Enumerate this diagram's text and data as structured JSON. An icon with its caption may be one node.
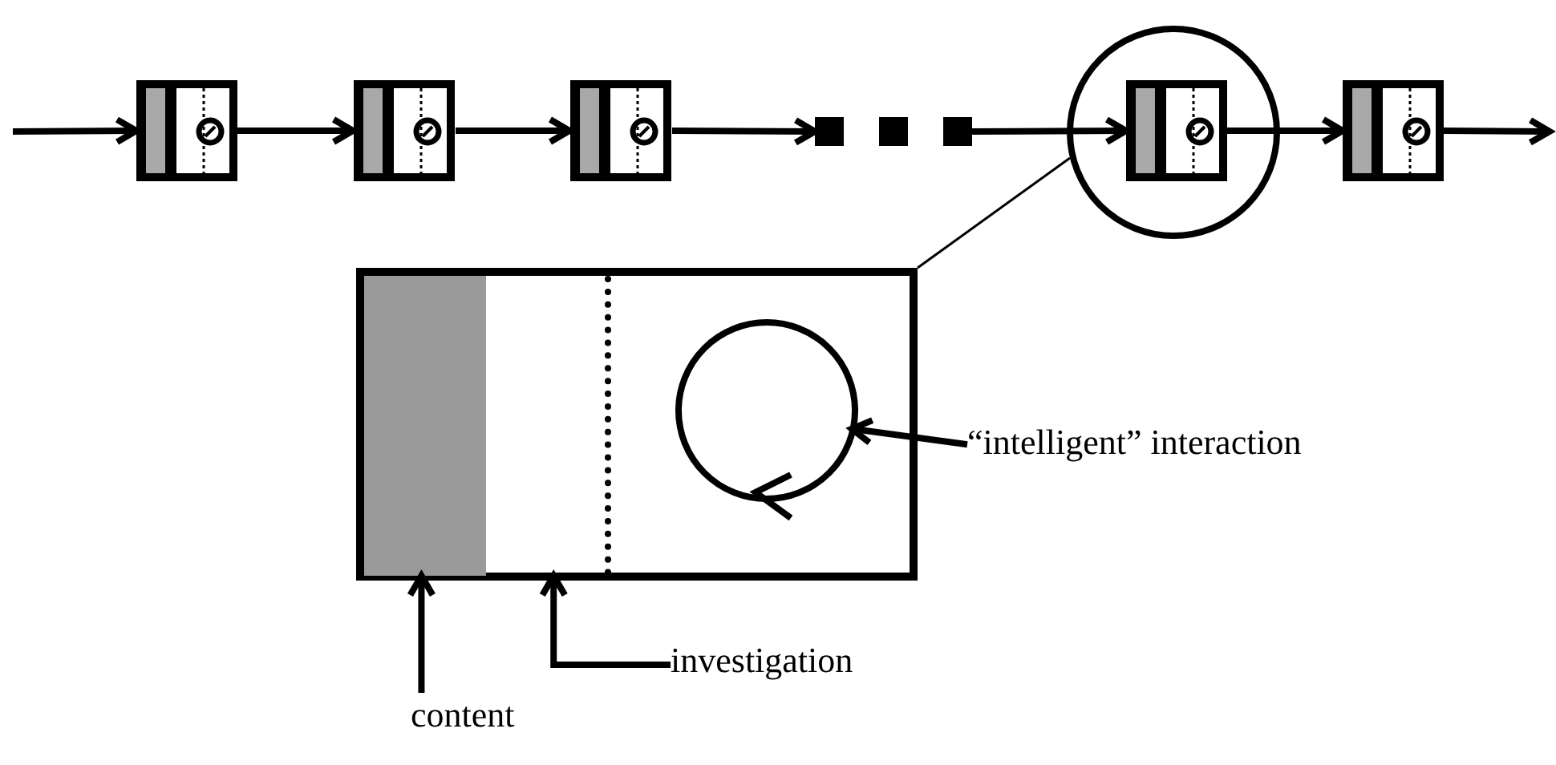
{
  "diagram": {
    "nodes": [
      {
        "text": [],
        "shape": "box"
      },
      {
        "text": [],
        "shape": "box"
      },
      {
        "text": [],
        "shape": "box"
      },
      {
        "text": [],
        "shape": "box"
      },
      {
        "text": [],
        "shape": "circle"
      },
      {
        "text": [],
        "shape": "box",
        "in": 4
      },
      {
        "text": [],
        "shape": "box"
      },
      {
        "text": [],
        "shape": "box"
      },
      {
        "text": [],
        "shape": "bar",
        "in": 7
      },
      {
        "text": [],
        "shape": "box",
        "in": 7
      },
      {
        "text": [],
        "shape": "circle",
        "in": 7
      },
      {
        "text": [
          "“intelligent” interaction"
        ]
      },
      {
        "text": [
          "investigation"
        ]
      },
      {
        "text": [
          "content"
        ]
      }
    ],
    "edges": [
      {
        "from": null,
        "to": 0,
        "arrow": "to"
      },
      {
        "from": 0,
        "to": 1,
        "arrow": "to"
      },
      {
        "from": 1,
        "to": 2,
        "arrow": "to"
      },
      {
        "from": 2,
        "to": 3,
        "arrow": "to"
      },
      {
        "from": 3,
        "to": 5,
        "arrow": "to"
      },
      {
        "from": 5,
        "to": 6,
        "arrow": "to"
      },
      {
        "from": 6,
        "to": null,
        "arrow": "to"
      },
      {
        "from": 4,
        "to": 7,
        "arrow": "none"
      },
      {
        "from": 11,
        "to": 10,
        "arrow": "to"
      },
      {
        "from": 12,
        "to": 9,
        "arrow": "to"
      },
      {
        "from": 13,
        "to": 8,
        "arrow": "to"
      }
    ]
  }
}
